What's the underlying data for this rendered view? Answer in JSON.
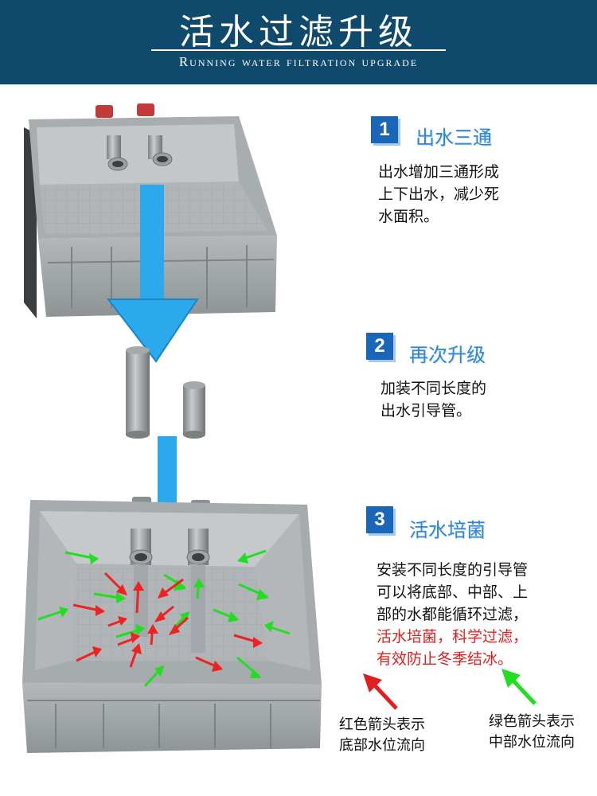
{
  "header": {
    "title": "活水过滤升级",
    "subtitle": "Running water filtration upgrade"
  },
  "steps": [
    {
      "number": "1",
      "title": "出水三通",
      "lines": [
        "出水增加三通形成",
        "上下出水，减少死",
        "水面积。"
      ]
    },
    {
      "number": "2",
      "title": "再次升级",
      "lines": [
        "加装不同长度的",
        "出水引导管。"
      ]
    },
    {
      "number": "3",
      "title": "活水培菌",
      "lines": [
        "安装不同长度的引导管",
        "可以将底部、中部、上",
        "部的水都能循环过滤，"
      ],
      "highlight_lines": [
        "活水培菌，科学过滤，",
        "有效防止冬季结冰。"
      ]
    }
  ],
  "legend": {
    "red": {
      "line1": "红色箭头表示",
      "line2": "底部水位流向",
      "color": "#e02020"
    },
    "green": {
      "line1": "绿色箭头表示",
      "line2": "中部水位流向",
      "color": "#22dd22"
    }
  },
  "colors": {
    "header_bg": "#0f4a6d",
    "badge": "#1a66b8",
    "step_title": "#2f86d6",
    "flow_arrow": "#2aa9ec",
    "tank": "#9aa0a3"
  }
}
